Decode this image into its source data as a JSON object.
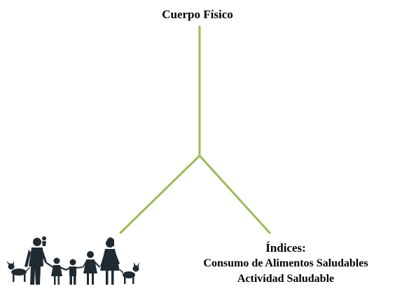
{
  "diagram": {
    "title": "Cuerpo Físico",
    "line_color": "#9bbb59",
    "figure_color": "#1f2a33",
    "indices": {
      "heading": "Índices:",
      "lines": [
        "Consumo de Alimentos  Saludables",
        "Actividad  Saludable"
      ]
    },
    "family_icon": "family-silhouette-icon"
  }
}
